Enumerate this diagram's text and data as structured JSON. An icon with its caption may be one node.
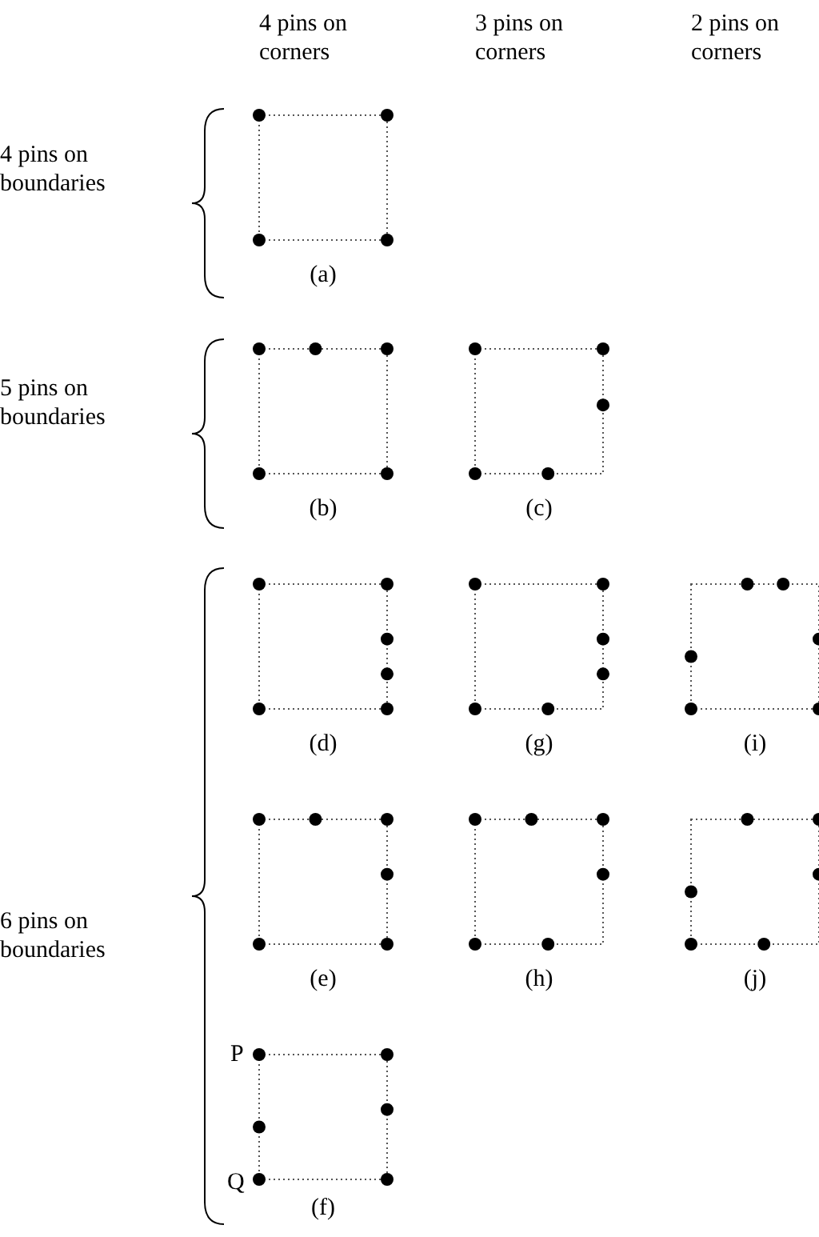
{
  "diagram": {
    "labels": [
      "4 pins on corners",
      "3 pins on corners",
      "2 pins on corners",
      "4 pins on boundaries",
      "(a)",
      "5 pins on boundaries",
      "(b)",
      "(c)",
      "6 pins on boundaries",
      "(d)",
      "(g)",
      "(i)",
      "(e)",
      "(h)",
      "(j)",
      "P",
      "Q",
      "(f)"
    ]
  }
}
